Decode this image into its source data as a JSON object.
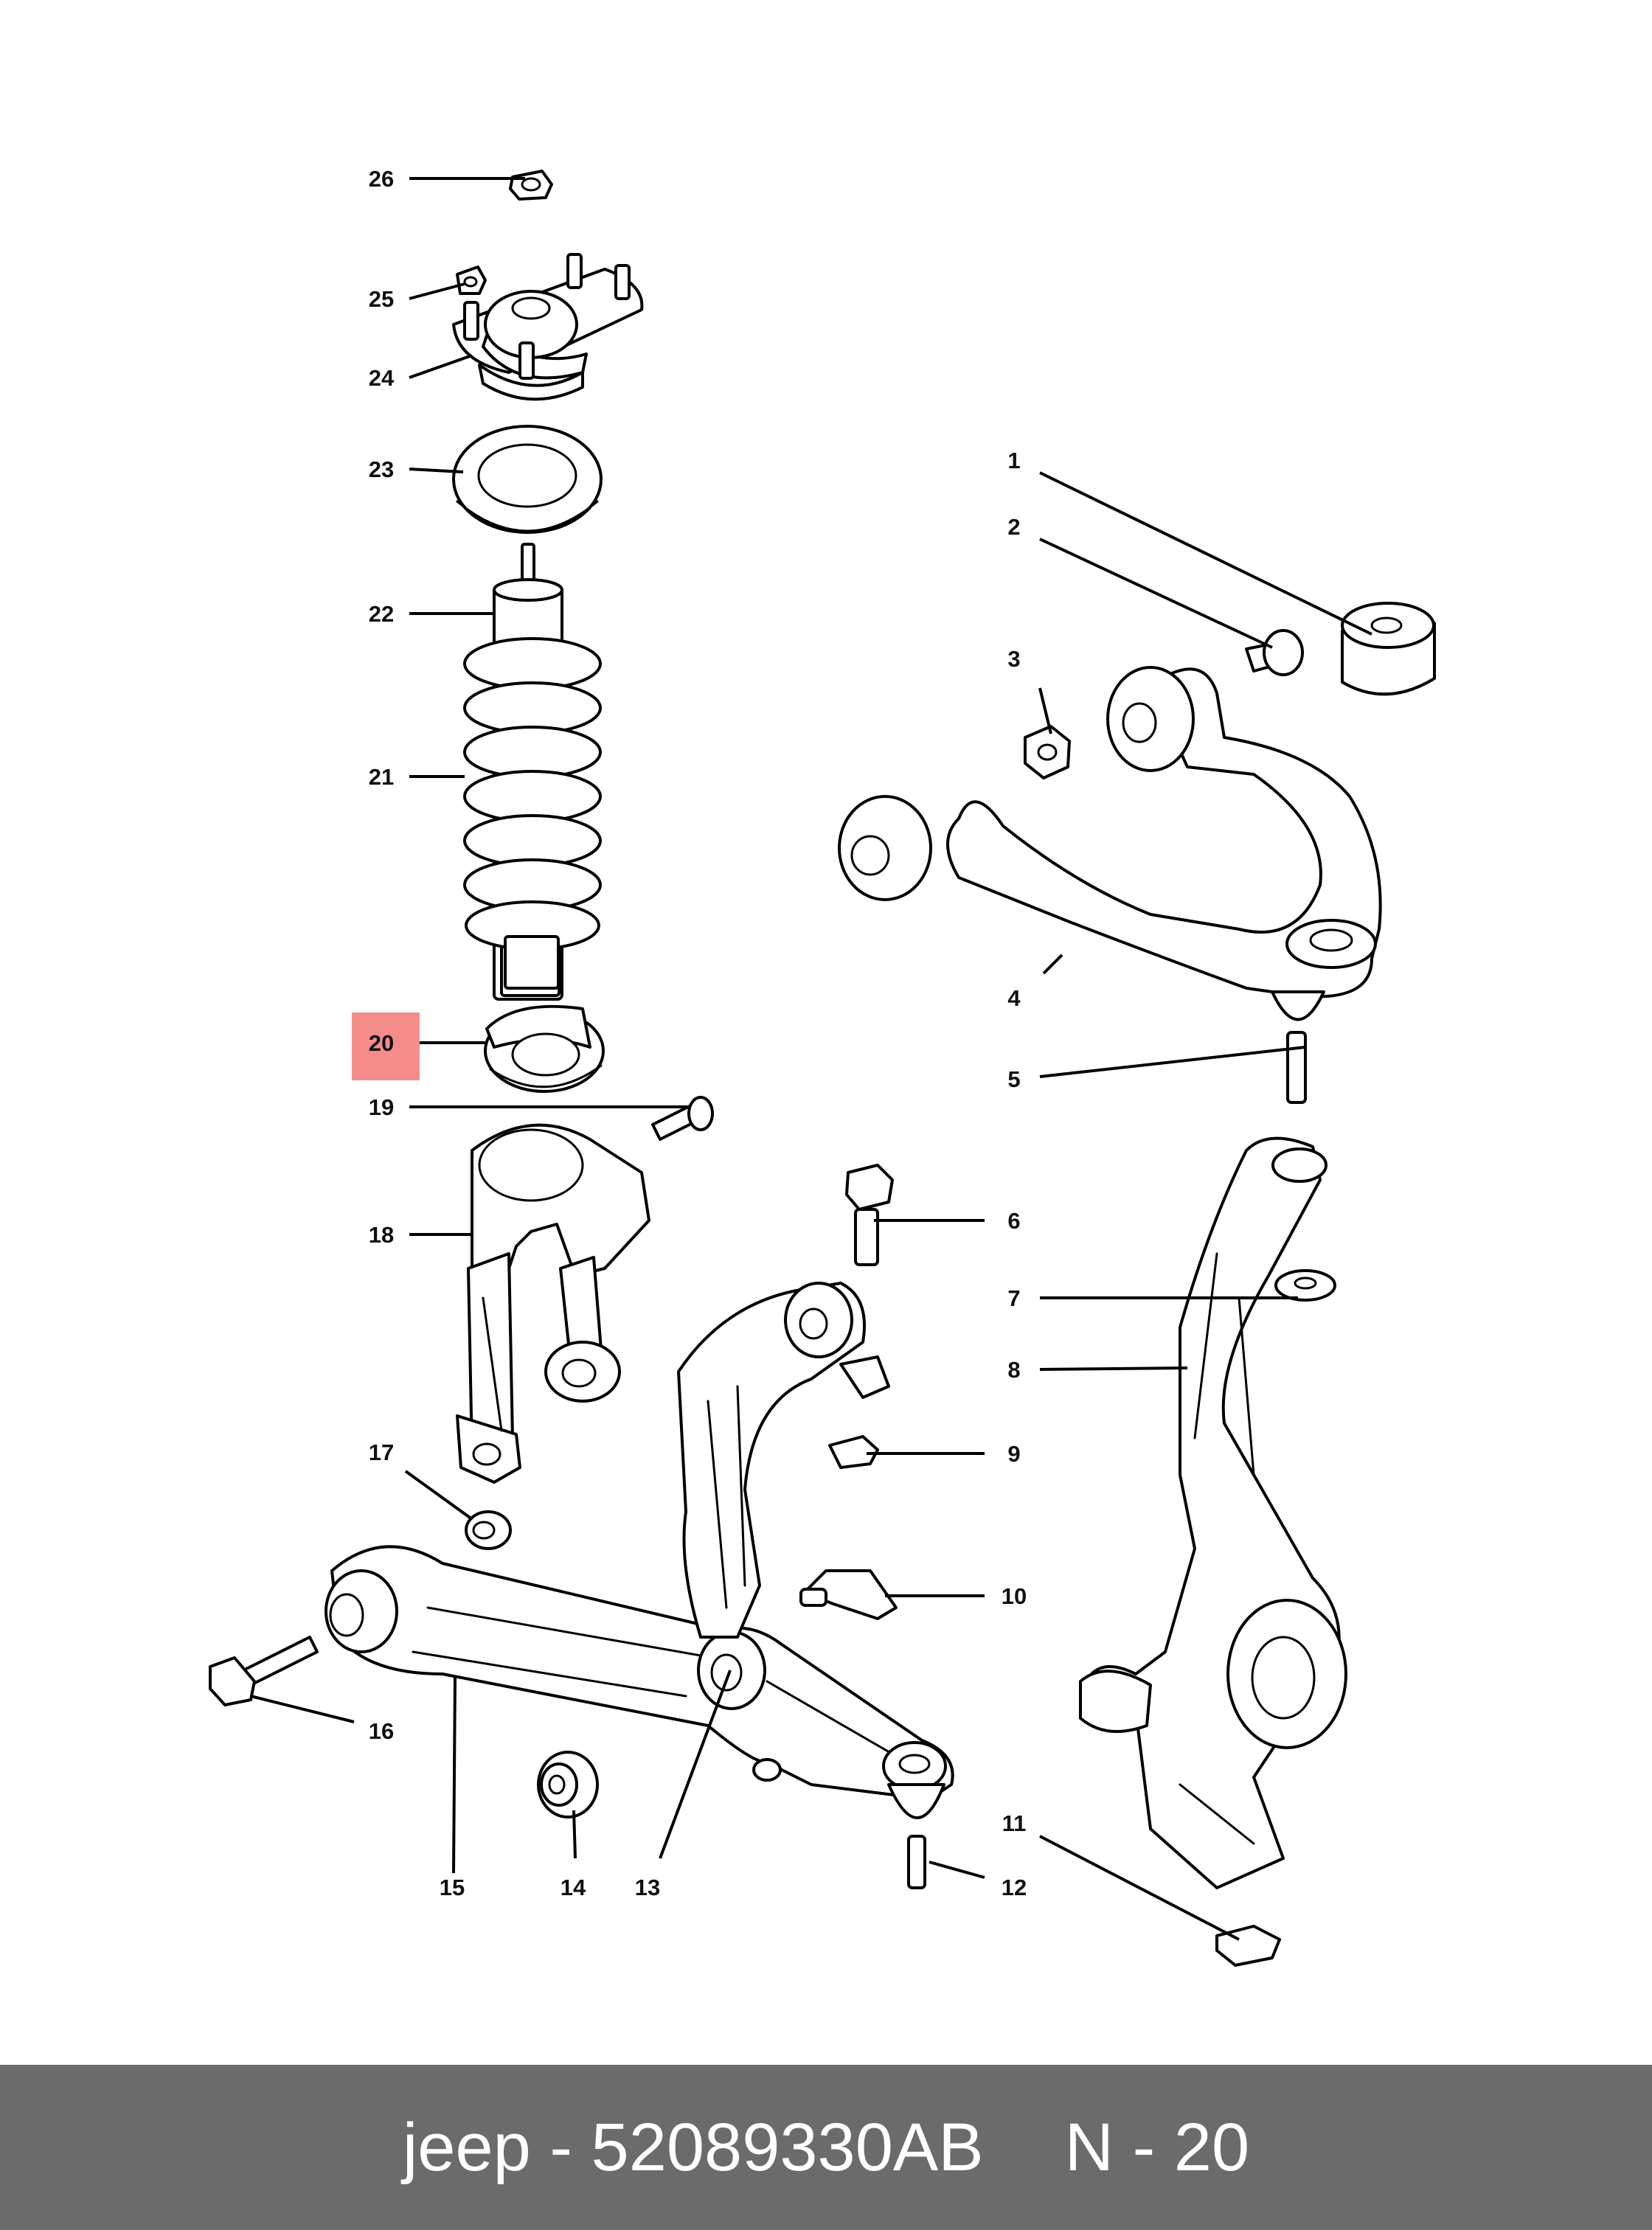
{
  "diagram": {
    "highlight_color": "#f48c8c",
    "callouts": [
      "1",
      "2",
      "3",
      "4",
      "5",
      "6",
      "7",
      "8",
      "9",
      "10",
      "11",
      "12",
      "13",
      "14",
      "15",
      "16",
      "17",
      "18",
      "19",
      "20",
      "21",
      "22",
      "23",
      "24",
      "25",
      "26"
    ],
    "highlighted_callout": "20"
  },
  "footer": {
    "brand": "jeep",
    "separator": "-",
    "part_number": "52089330AB",
    "ref": "N - 20",
    "background_color": "#6b6b6b"
  }
}
